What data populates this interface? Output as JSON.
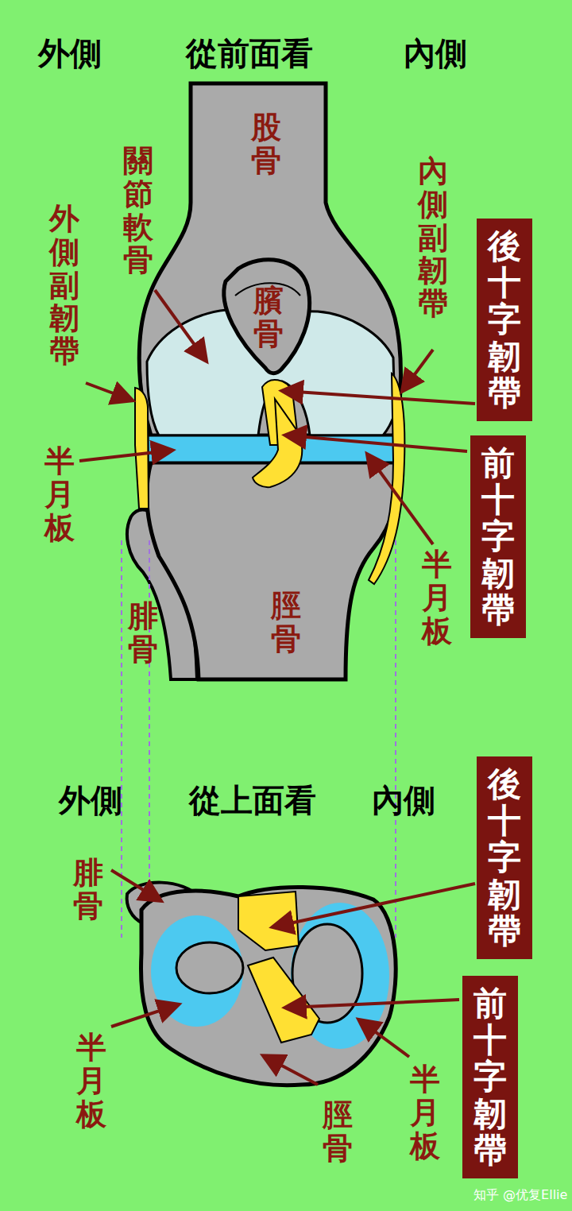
{
  "diagram": {
    "nodes": [
      {
        "text": [
          "後十字韌帶"
        ]
      },
      {
        "text": [
          "前十字韌帶"
        ]
      },
      {
        "text": [
          "後十字韌帶"
        ]
      },
      {
        "text": [
          "前十字韌帶"
        ]
      }
    ],
    "labels": [
      "外側",
      "從前面看",
      "內側",
      "股骨",
      "關節軟骨",
      "內側副韌帶",
      "外側副韌帶",
      "臏骨",
      "半月板",
      "半月板",
      "脛骨",
      "腓骨",
      "外側",
      "從上面看",
      "內側",
      "腓骨",
      "半月板",
      "脛骨",
      "半月板",
      "知乎 @优复Ellie"
    ]
  }
}
